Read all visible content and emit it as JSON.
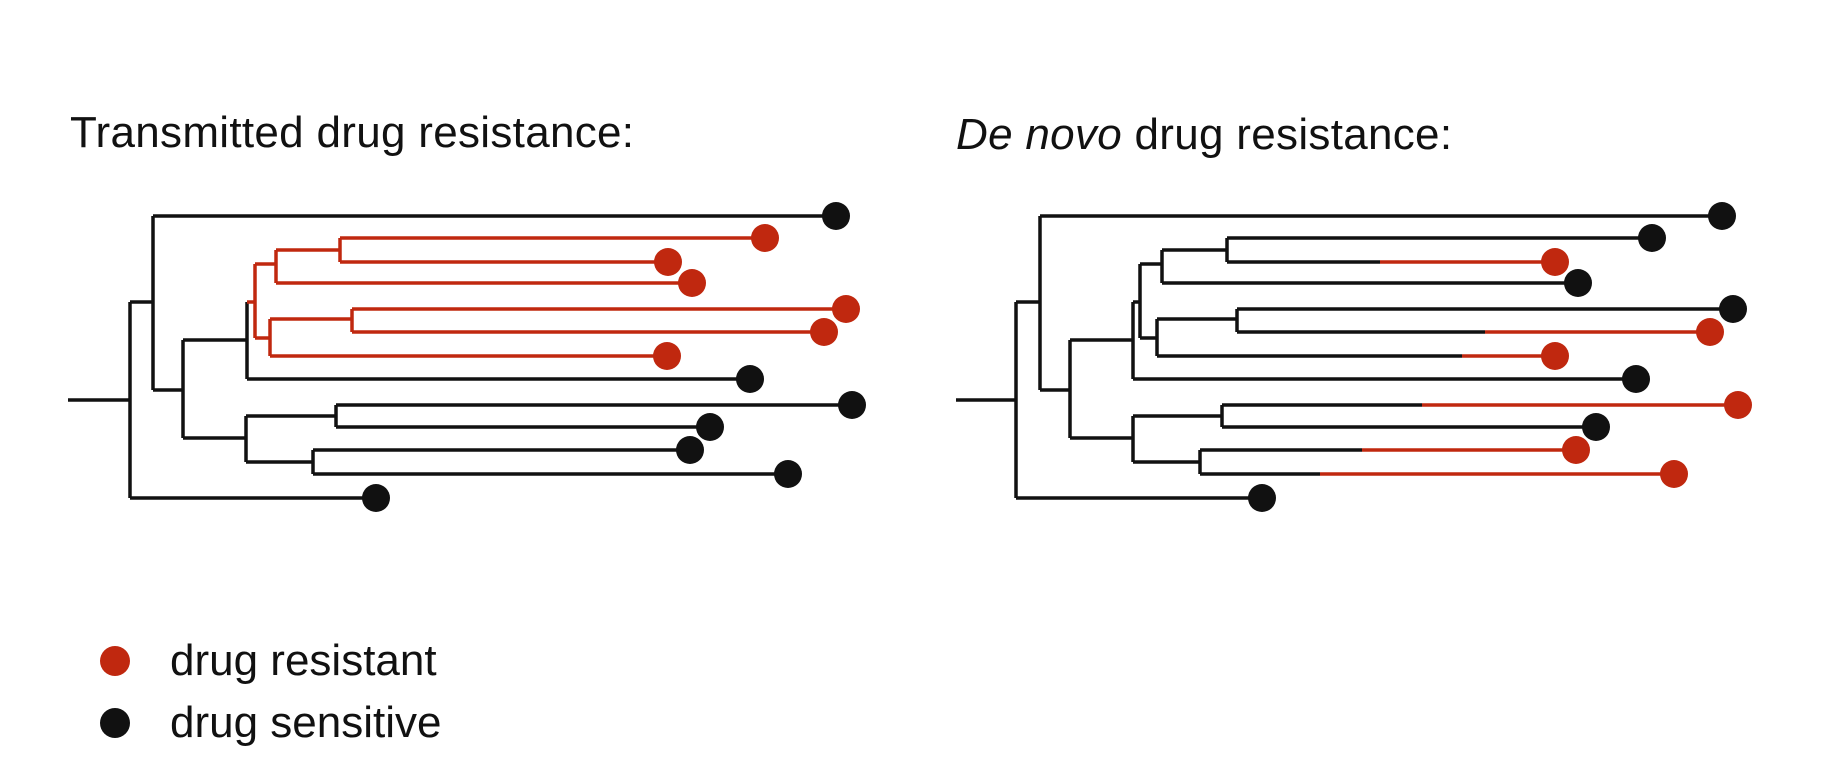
{
  "colors": {
    "resistant": "#c0280f",
    "sensitive": "#111111"
  },
  "panels": {
    "transmitted": {
      "title": "Transmitted drug resistance:",
      "resistance_type": "transmitted"
    },
    "de_novo": {
      "title_italic": "De novo",
      "title_rest": " drug resistance:",
      "resistance_type": "de novo"
    }
  },
  "tree": {
    "leaves": [
      {
        "id": "L1",
        "transmitted": "sensitive",
        "de_novo": "sensitive"
      },
      {
        "id": "L2",
        "transmitted": "resistant",
        "de_novo": "sensitive"
      },
      {
        "id": "L3",
        "transmitted": "resistant",
        "de_novo": "resistant"
      },
      {
        "id": "L4",
        "transmitted": "resistant",
        "de_novo": "sensitive"
      },
      {
        "id": "L5",
        "transmitted": "resistant",
        "de_novo": "sensitive"
      },
      {
        "id": "L6",
        "transmitted": "resistant",
        "de_novo": "resistant"
      },
      {
        "id": "L7",
        "transmitted": "resistant",
        "de_novo": "resistant"
      },
      {
        "id": "L8",
        "transmitted": "sensitive",
        "de_novo": "sensitive"
      },
      {
        "id": "L9",
        "transmitted": "sensitive",
        "de_novo": "resistant"
      },
      {
        "id": "L10",
        "transmitted": "sensitive",
        "de_novo": "sensitive"
      },
      {
        "id": "L11",
        "transmitted": "sensitive",
        "de_novo": "resistant"
      },
      {
        "id": "L12",
        "transmitted": "sensitive",
        "de_novo": "resistant"
      },
      {
        "id": "L13",
        "transmitted": "sensitive",
        "de_novo": "sensitive"
      }
    ]
  },
  "legend": {
    "items": [
      {
        "label": "drug resistant",
        "status": "resistant"
      },
      {
        "label": "drug sensitive",
        "status": "sensitive"
      }
    ]
  }
}
